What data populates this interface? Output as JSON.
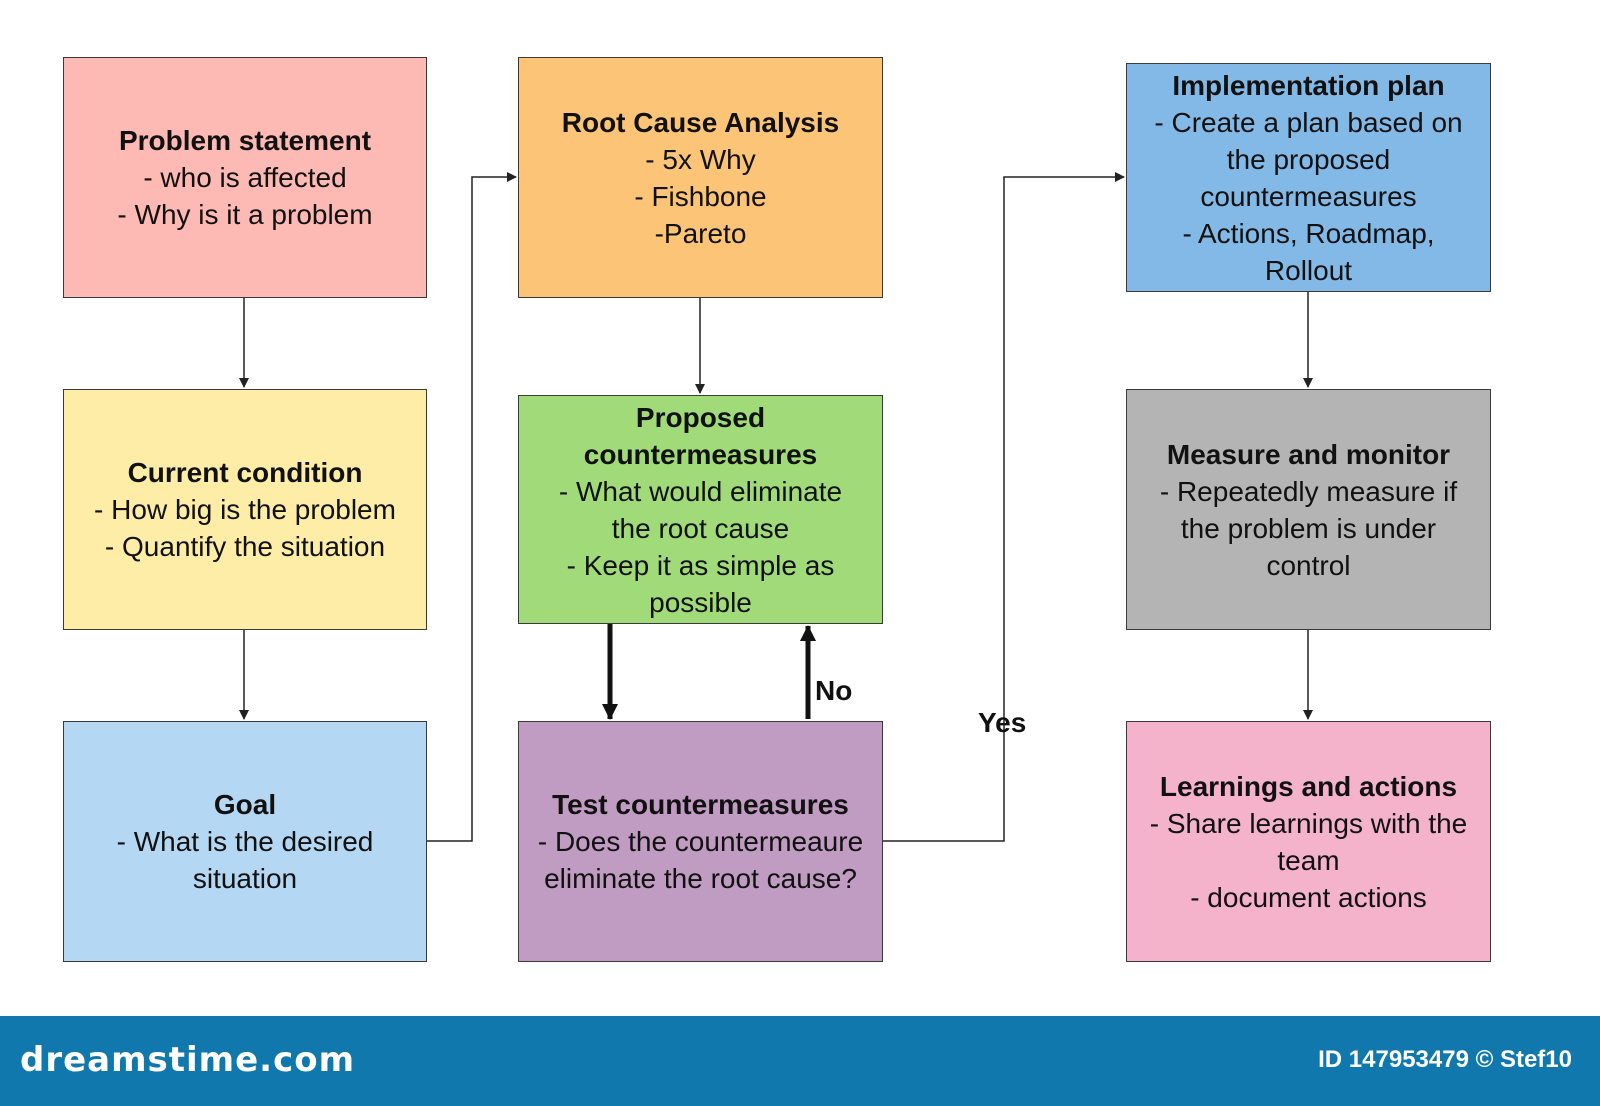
{
  "colors": {
    "problem": "#fdb9b3",
    "current": "#fdeda6",
    "goal": "#b4d7f3",
    "rca": "#fcc477",
    "proposed": "#a1da79",
    "test": "#c09bc2",
    "implementation": "#83b9e6",
    "measure": "#b4b4b4",
    "learnings": "#f4b3ca",
    "footer": "#1078ad"
  },
  "boxes": {
    "problem": {
      "title": "Problem statement",
      "lines": [
        "- who is affected",
        "- Why is it a problem"
      ]
    },
    "current": {
      "title": "Current condition",
      "lines": [
        "- How big is the problem",
        "- Quantify the situation"
      ]
    },
    "goal": {
      "title": "Goal",
      "lines": [
        "- What is the desired",
        "situation"
      ]
    },
    "rca": {
      "title": "Root Cause Analysis",
      "lines": [
        "- 5x Why",
        "- Fishbone",
        "-Pareto"
      ]
    },
    "proposed": {
      "title_lines": [
        "Proposed",
        "countermeasures"
      ],
      "lines": [
        "- What would eliminate",
        "the root cause",
        "- Keep it as simple as",
        "possible"
      ]
    },
    "test": {
      "title": "Test countermeasures",
      "lines": [
        "- Does the countermeaure",
        "eliminate the root cause?"
      ]
    },
    "implementation": {
      "title": "Implementation plan",
      "lines": [
        "- Create a plan based on",
        "the proposed",
        "countermeasures",
        "- Actions, Roadmap,",
        "Rollout"
      ]
    },
    "measure": {
      "title": "Measure and monitor",
      "lines": [
        "- Repeatedly measure if",
        "the problem is under",
        "control"
      ]
    },
    "learnings": {
      "title": "Learnings and actions",
      "lines": [
        "- Share learnings with the",
        "team",
        "- document actions"
      ]
    }
  },
  "edge_labels": {
    "no": "No",
    "yes": "Yes"
  },
  "footer": {
    "brand": "dreamstime.com",
    "credit": "ID 147953479 © Stef10"
  }
}
